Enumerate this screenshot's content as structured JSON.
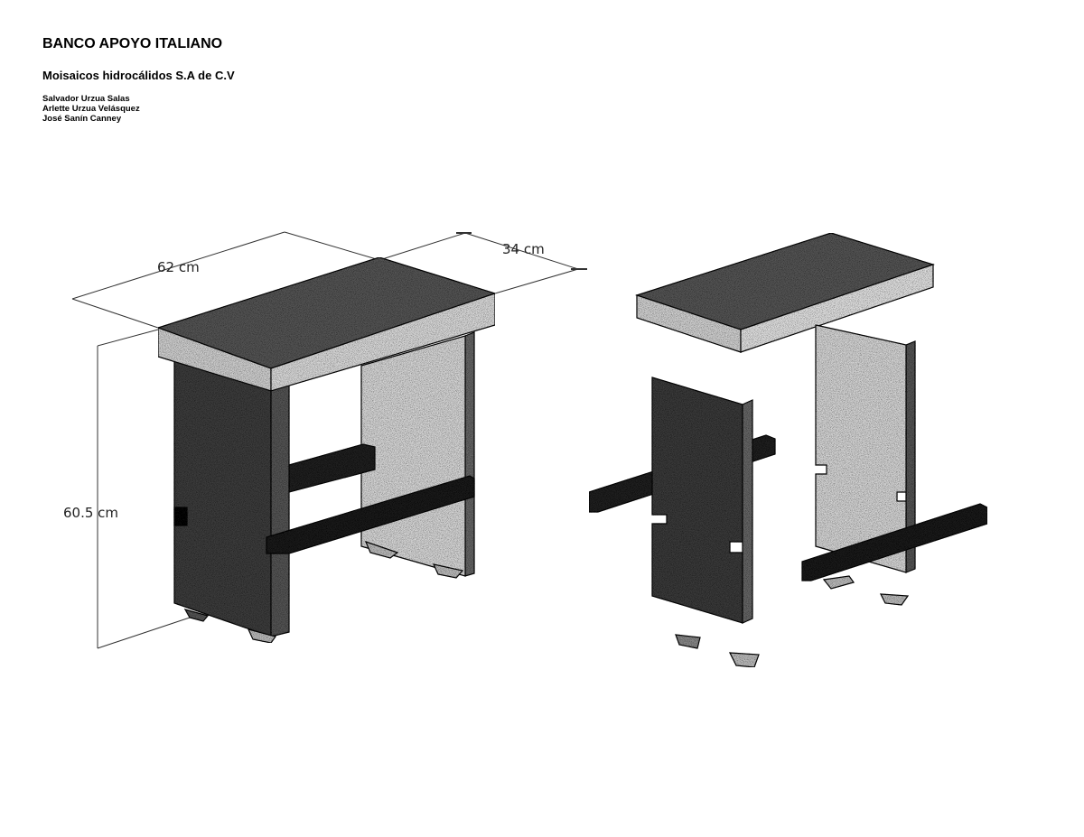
{
  "header": {
    "title": "BANCO APOYO ITALIANO",
    "company": "Moisaicos hidrocálidos S.A de C.V",
    "authors": [
      "Salvador Urzua Salas",
      "Arlette Urzua Velásquez",
      "José Sanín Canney"
    ]
  },
  "dimensions": {
    "width": "62 cm",
    "depth": "34 cm",
    "height": "60.5 cm"
  },
  "colors": {
    "dark_stone": "#3a3a3a",
    "mid_stone": "#8a8a8a",
    "light_stone": "#d2d2d2",
    "bar": "#1e1e1e"
  }
}
